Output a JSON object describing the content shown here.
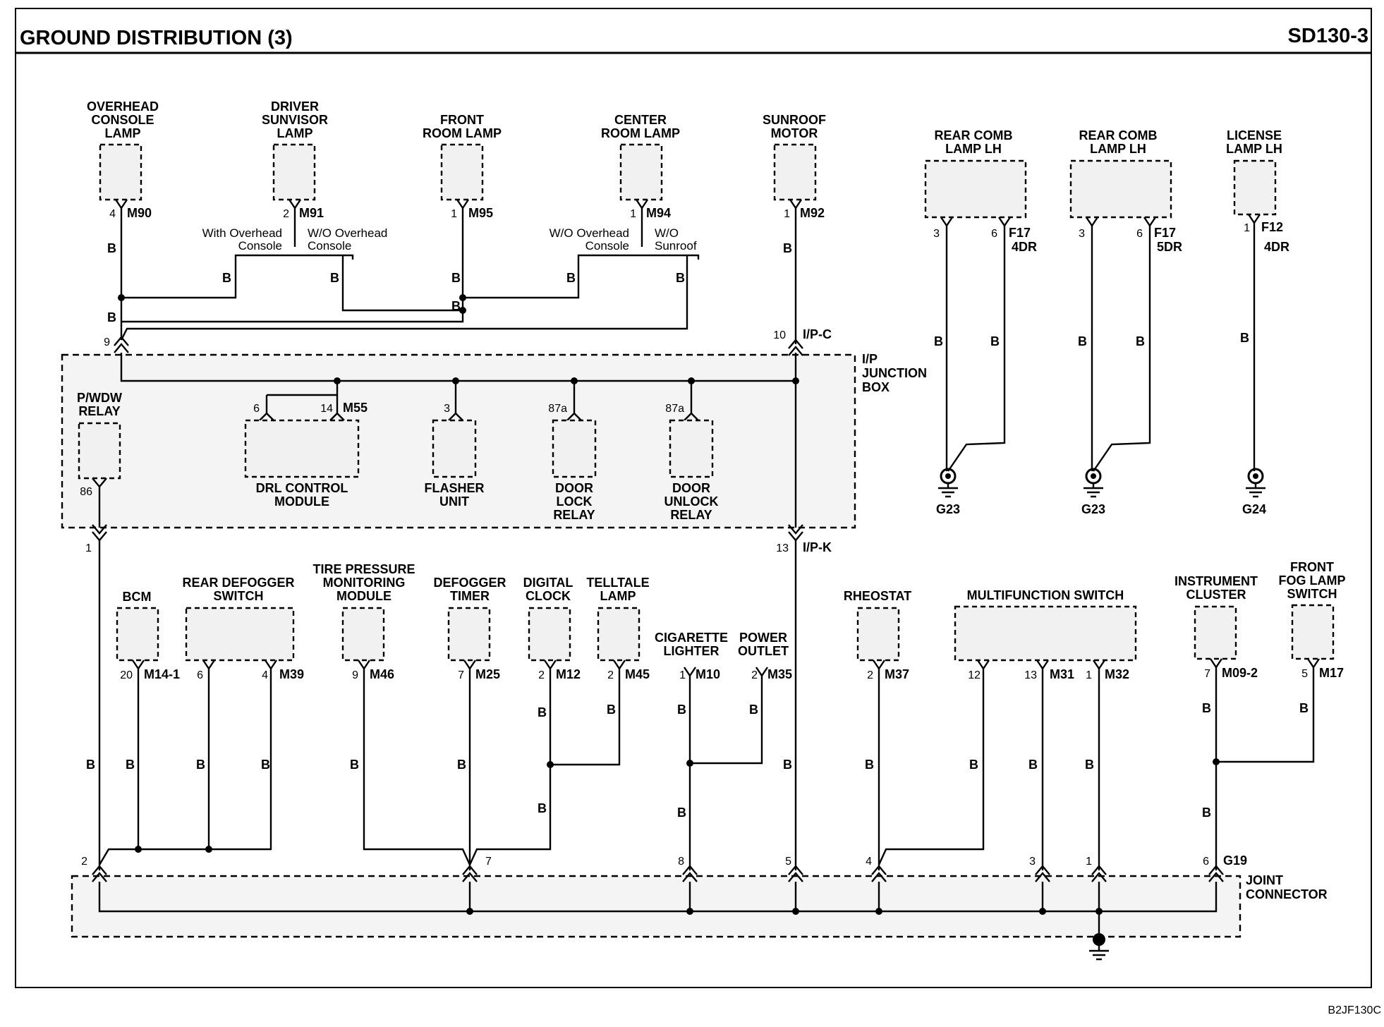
{
  "header": {
    "title": "GROUND DISTRIBUTION (3)",
    "code": "SD130-3"
  },
  "footer": {
    "ref": "B2JF130C"
  },
  "wire_color": "B",
  "top_components": {
    "overhead_console_lamp": {
      "label": [
        "OVERHEAD",
        "CONSOLE",
        "LAMP"
      ],
      "pin": "4",
      "conn": "M90"
    },
    "driver_sunvisor_lamp": {
      "label": [
        "DRIVER",
        "SUNVISOR",
        "LAMP"
      ],
      "pin": "2",
      "conn": "M91"
    },
    "front_room_lamp": {
      "label": [
        "FRONT",
        "ROOM LAMP"
      ],
      "pin": "1",
      "conn": "M95"
    },
    "center_room_lamp": {
      "label": [
        "CENTER",
        "ROOM LAMP"
      ],
      "pin": "1",
      "conn": "M94"
    },
    "sunroof_motor": {
      "label": [
        "SUNROOF",
        "MOTOR"
      ],
      "pin": "1",
      "conn": "M92"
    },
    "rear_comb_lamp_4dr": {
      "label": [
        "REAR COMB",
        "LAMP LH"
      ],
      "pins": [
        "3",
        "6"
      ],
      "conn": "F17",
      "variant": "4DR",
      "ground": "G23"
    },
    "rear_comb_lamp_5dr": {
      "label": [
        "REAR COMB",
        "LAMP LH"
      ],
      "pins": [
        "3",
        "6"
      ],
      "conn": "F17",
      "variant": "5DR",
      "ground": "G23"
    },
    "license_lamp": {
      "label": [
        "LICENSE",
        "LAMP LH"
      ],
      "pin": "1",
      "conn": "F12",
      "variant": "4DR",
      "ground": "G24"
    }
  },
  "options": {
    "with_overhead": [
      "With Overhead",
      "Console"
    ],
    "wo_overhead_1": [
      "W/O Overhead",
      "Console"
    ],
    "wo_overhead_2": [
      "W/O Overhead",
      "Console"
    ],
    "wo_sunroof": [
      "W/O",
      "Sunroof"
    ]
  },
  "junction_box": {
    "label": [
      "I/P",
      "JUNCTION",
      "BOX"
    ],
    "pin_top_left": "9",
    "pin_top_right": "10",
    "conn_top_right": "I/P-C",
    "pin_bottom_left": "1",
    "pin_bottom_right": "13",
    "conn_bottom_right": "I/P-K",
    "pwdw_relay": {
      "label": [
        "P/WDW",
        "RELAY"
      ],
      "pin": "86"
    },
    "drl_module": {
      "label": [
        "DRL CONTROL",
        "MODULE"
      ],
      "pins": [
        "6",
        "14"
      ],
      "conn": "M55"
    },
    "flasher_unit": {
      "label": [
        "FLASHER",
        "UNIT"
      ],
      "pin": "3"
    },
    "door_lock_relay": {
      "label": [
        "DOOR",
        "LOCK",
        "RELAY"
      ],
      "pin": "87a"
    },
    "door_unlock_relay": {
      "label": [
        "DOOR",
        "UNLOCK",
        "RELAY"
      ],
      "pin": "87a"
    }
  },
  "bottom_components": {
    "bcm": {
      "label": [
        "BCM"
      ],
      "pin": "20",
      "conn": "M14-1"
    },
    "rear_defogger_switch": {
      "label": [
        "REAR DEFOGGER",
        "SWITCH"
      ],
      "pins": [
        "6",
        "4"
      ],
      "conn": "M39"
    },
    "tpms": {
      "label": [
        "TIRE PRESSURE",
        "MONITORING",
        "MODULE"
      ],
      "pin": "9",
      "conn": "M46"
    },
    "defogger_timer": {
      "label": [
        "DEFOGGER",
        "TIMER"
      ],
      "pin": "7",
      "conn": "M25"
    },
    "digital_clock": {
      "label": [
        "DIGITAL",
        "CLOCK"
      ],
      "pin": "2",
      "conn": "M12"
    },
    "telltale_lamp": {
      "label": [
        "TELLTALE",
        "LAMP"
      ],
      "pin": "2",
      "conn": "M45"
    },
    "cigarette_lighter": {
      "label": [
        "CIGARETTE",
        "LIGHTER"
      ],
      "pin": "1",
      "conn": "M10"
    },
    "power_outlet": {
      "label": [
        "POWER",
        "OUTLET"
      ],
      "pin": "2",
      "conn": "M35"
    },
    "rheostat": {
      "label": [
        "RHEOSTAT"
      ],
      "pin": "2",
      "conn": "M37"
    },
    "multifunction_switch": {
      "label": [
        "MULTIFUNCTION SWITCH"
      ],
      "pins": [
        "12",
        "13",
        "1"
      ],
      "conns": [
        "M31",
        "M32"
      ]
    },
    "instrument_cluster": {
      "label": [
        "INSTRUMENT",
        "CLUSTER"
      ],
      "pin": "7",
      "conn": "M09-2"
    },
    "front_fog_lamp_switch": {
      "label": [
        "FRONT",
        "FOG LAMP",
        "SWITCH"
      ],
      "pin": "5",
      "conn": "M17"
    }
  },
  "joint_connector": {
    "label": [
      "JOINT",
      "CONNECTOR"
    ],
    "pins": [
      "2",
      "7",
      "8",
      "5",
      "4",
      "3",
      "1",
      "6"
    ],
    "conn": "G19"
  }
}
